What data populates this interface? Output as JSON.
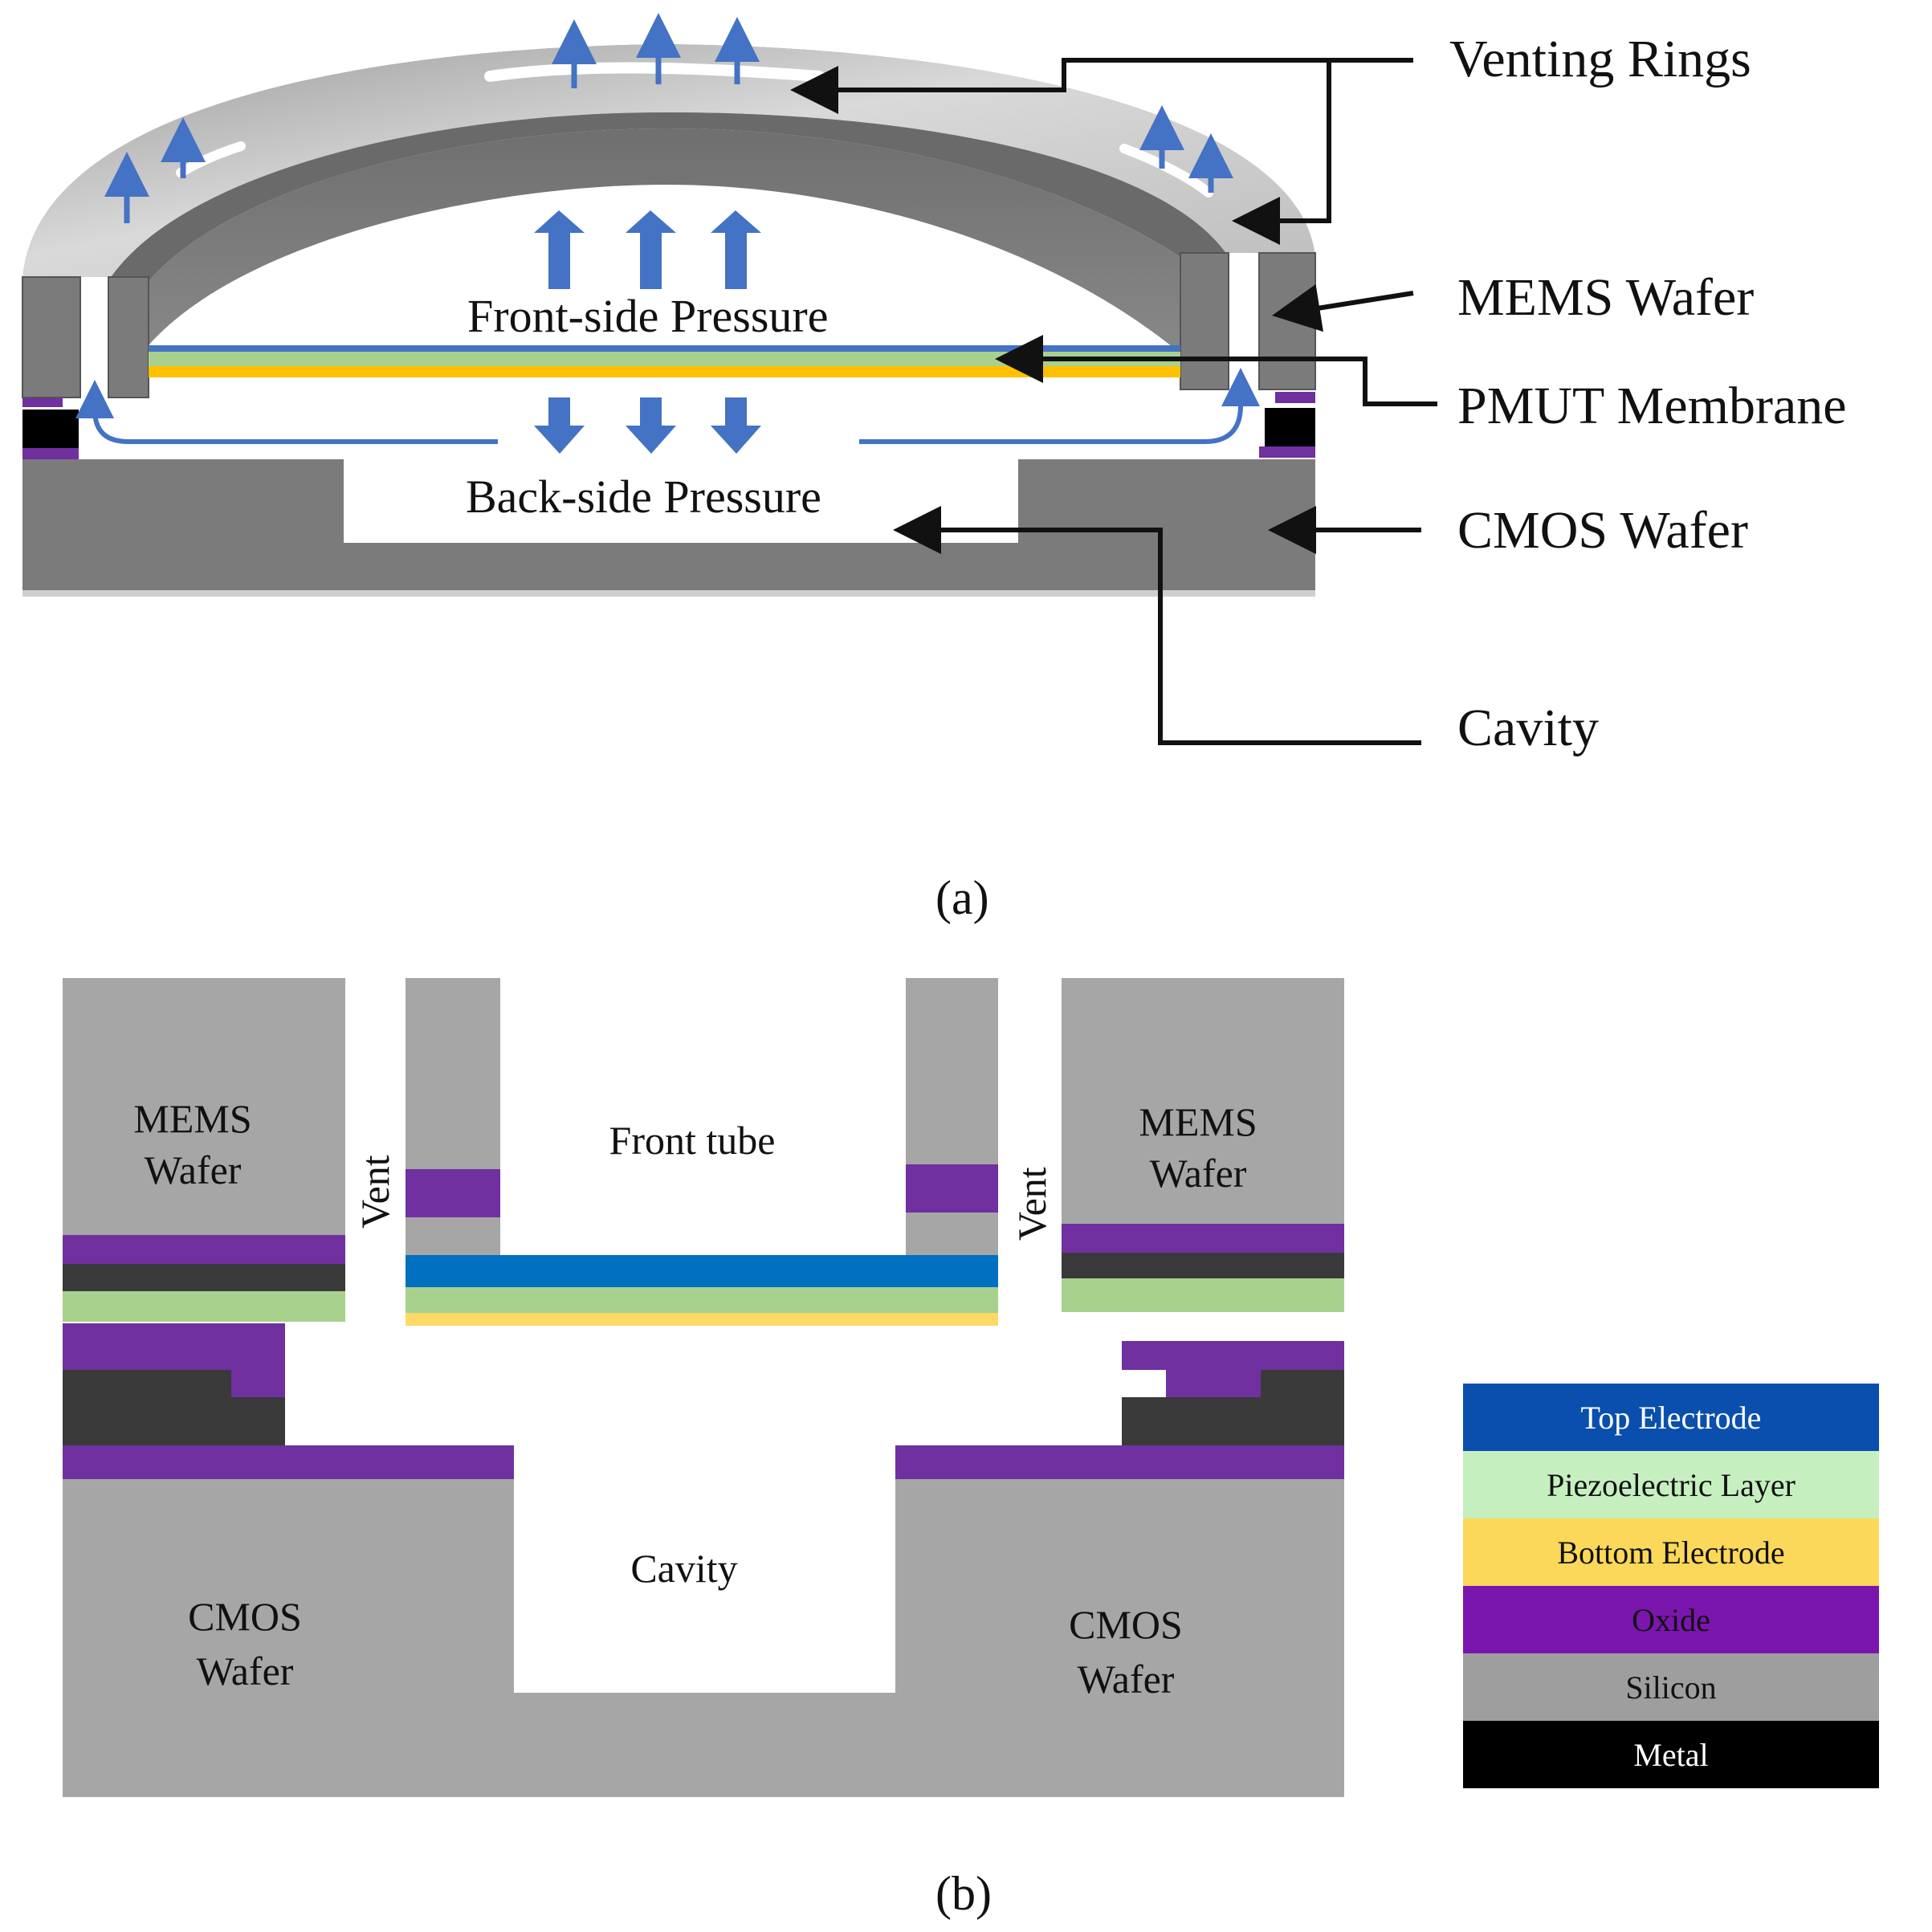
{
  "panel_a": {
    "labels": {
      "venting_rings": "Venting Rings",
      "mems_wafer": "MEMS Wafer",
      "pmut_membrane": "PMUT Membrane",
      "cmos_wafer": "CMOS Wafer",
      "cavity": "Cavity",
      "front_side_pressure": "Front-side Pressure",
      "back_side_pressure": "Back-side Pressure"
    },
    "caption": "(a)"
  },
  "panel_b": {
    "labels": {
      "mems_wafer_left_1": "MEMS",
      "mems_wafer_left_2": "Wafer",
      "mems_wafer_right_1": "MEMS",
      "mems_wafer_right_2": "Wafer",
      "vent_left": "Vent",
      "vent_right": "Vent",
      "front_tube": "Front tube",
      "cavity": "Cavity",
      "cmos_wafer_left_1": "CMOS",
      "cmos_wafer_left_2": "Wafer",
      "cmos_wafer_right_1": "CMOS",
      "cmos_wafer_right_2": "Wafer"
    },
    "legend": [
      {
        "label": "Top Electrode",
        "color": "#0a4fad",
        "text_color": "#ffffff"
      },
      {
        "label": "Piezoelectric Layer",
        "color": "#c6efc0",
        "text_color": "#111111"
      },
      {
        "label": "Bottom Electrode",
        "color": "#fbd85a",
        "text_color": "#111111"
      },
      {
        "label": "Oxide",
        "color": "#7a16ad",
        "text_color": "#111111"
      },
      {
        "label": "Silicon",
        "color": "#9e9e9e",
        "text_color": "#111111"
      },
      {
        "label": "Metal",
        "color": "#000000",
        "text_color": "#ffffff"
      }
    ],
    "caption": "(b)"
  },
  "colors": {
    "silicon": "#a6a6a6",
    "dark_silicon": "#7b7b7b",
    "light_top": "#c8c8c8",
    "oxide": "#7030a0",
    "metal": "#3a3a3a",
    "top_electrode": "#0070c0",
    "piezo": "#a9d18e",
    "bottom_electrode": "#ffd966",
    "arrow_blue": "#4472c4"
  }
}
